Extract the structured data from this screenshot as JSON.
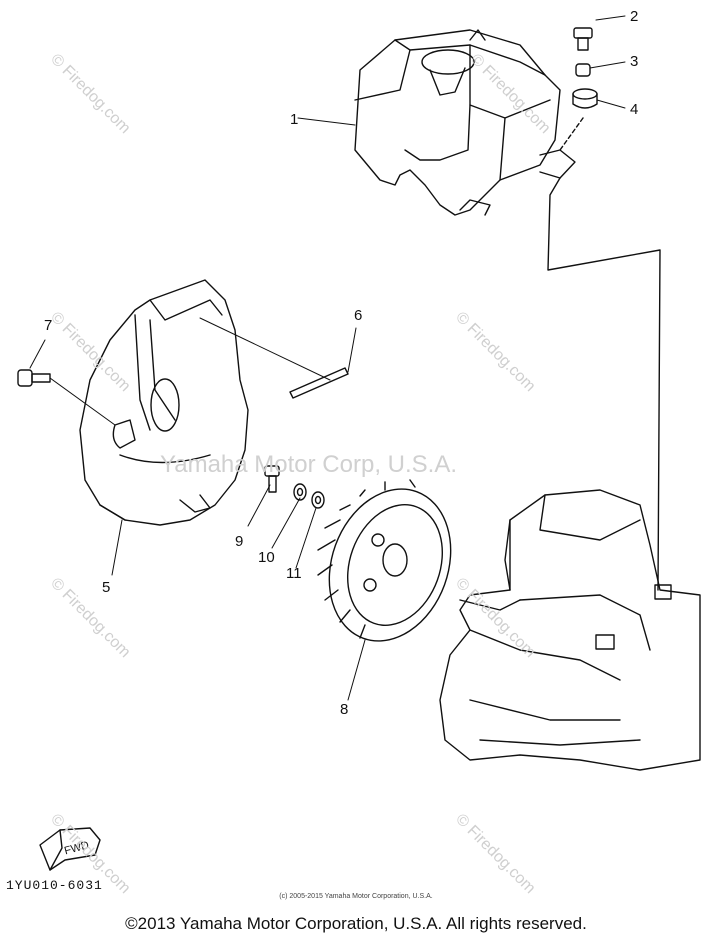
{
  "callouts": [
    "1",
    "2",
    "3",
    "4",
    "5",
    "6",
    "7",
    "8",
    "9",
    "10",
    "11"
  ],
  "watermark": "© Firedog.com",
  "center_watermark": "Yamaha Motor Corp, U.S.A.",
  "fwd_label": "FWD",
  "part_code": "1YU010-6031",
  "small_copyright": "(c) 2005-2015 Yamaha Motor Corporation, U.S.A.",
  "copyright": "©2013 Yamaha Motor Corporation, U.S.A. All rights reserved."
}
